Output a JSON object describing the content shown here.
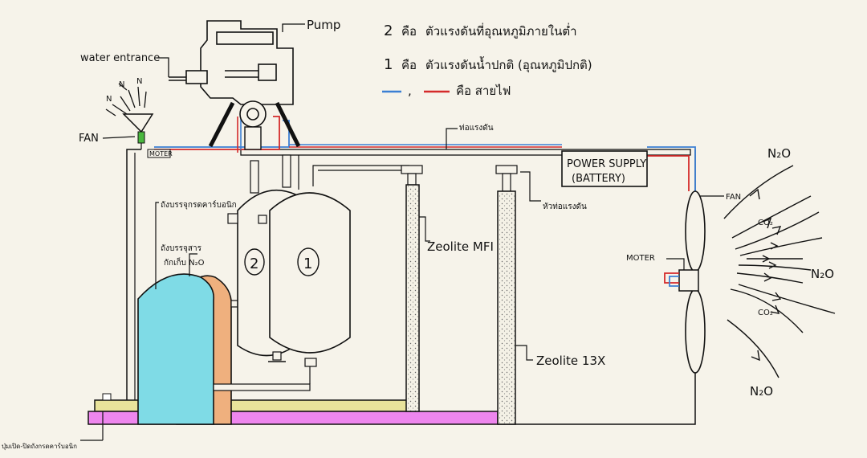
{
  "labels": {
    "pump": "Pump",
    "water_entrance": "water entrance",
    "fan_left": "FAN",
    "moter_small": "MOTER",
    "power_supply_line1": "POWER SUPPLY",
    "power_supply_line2": "(BATTERY)",
    "fan_right": "FAN",
    "moter_right": "MOTER",
    "pipe_pressure": "ท่อแรงดัน",
    "pipe_pressure_head": "หัวท่อแรงดัน",
    "tank_catalyst": "ถังบรรจุกรดคาร์บอนิก",
    "tank_n2o_line1": "ถังบรรจุสาร",
    "tank_n2o_line2": "กักเก็บ N₂O",
    "zeolite_mfi": "Zeolite MFI",
    "zeolite_13x": "Zeolite 13X",
    "switch": "ปุ่มเปิด-ปิดถังกรดคาร์บอนิก",
    "tank_2": "2",
    "tank_1": "1",
    "gas_n": "N",
    "gas_n2o": "N₂O",
    "gas_co2": "CO₂"
  },
  "legend": {
    "item2_num": "2",
    "item2_sep": "คือ",
    "item2_text": "ตัวแรงดันที่อุณหภูมิภายในต่ำ",
    "item1_num": "1",
    "item1_sep": "คือ",
    "item1_text": "ตัวแรงดันน้ำปกติ (อุณหภูมิปกติ)",
    "wires_sep": ",",
    "wires_text": "คือ สายไฟ"
  },
  "colors": {
    "background": "#f6f3ea",
    "wire_blue": "#3b7fd4",
    "wire_red": "#d42a2a",
    "tank_cyan": "#7fdbe6",
    "tank_orange": "#efb07e",
    "base_magenta": "#ee86ee",
    "base_yellow": "#e9e39b",
    "fan_green": "#4ab83f"
  }
}
